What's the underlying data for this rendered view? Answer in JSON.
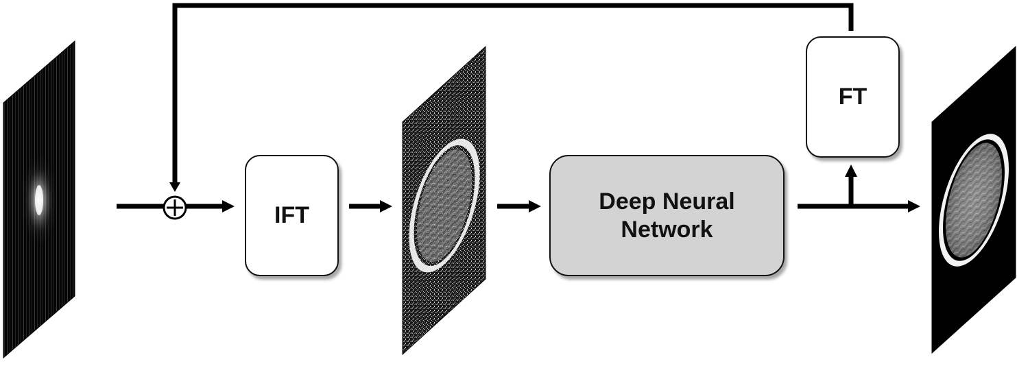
{
  "blocks": {
    "ift": "IFT",
    "dnn_line1": "Deep Neural",
    "dnn_line2": "Network",
    "ft": "FT"
  },
  "symbols": {
    "sum": "plus-circle-icon"
  },
  "colors": {
    "line": "#000000",
    "dnn_fill": "#d3d3d3",
    "box_fill": "#ffffff"
  },
  "images": {
    "kspace": "undersampled-kspace",
    "aliased": "aliased-brain-mri",
    "reconstructed": "reconstructed-brain-mri"
  }
}
